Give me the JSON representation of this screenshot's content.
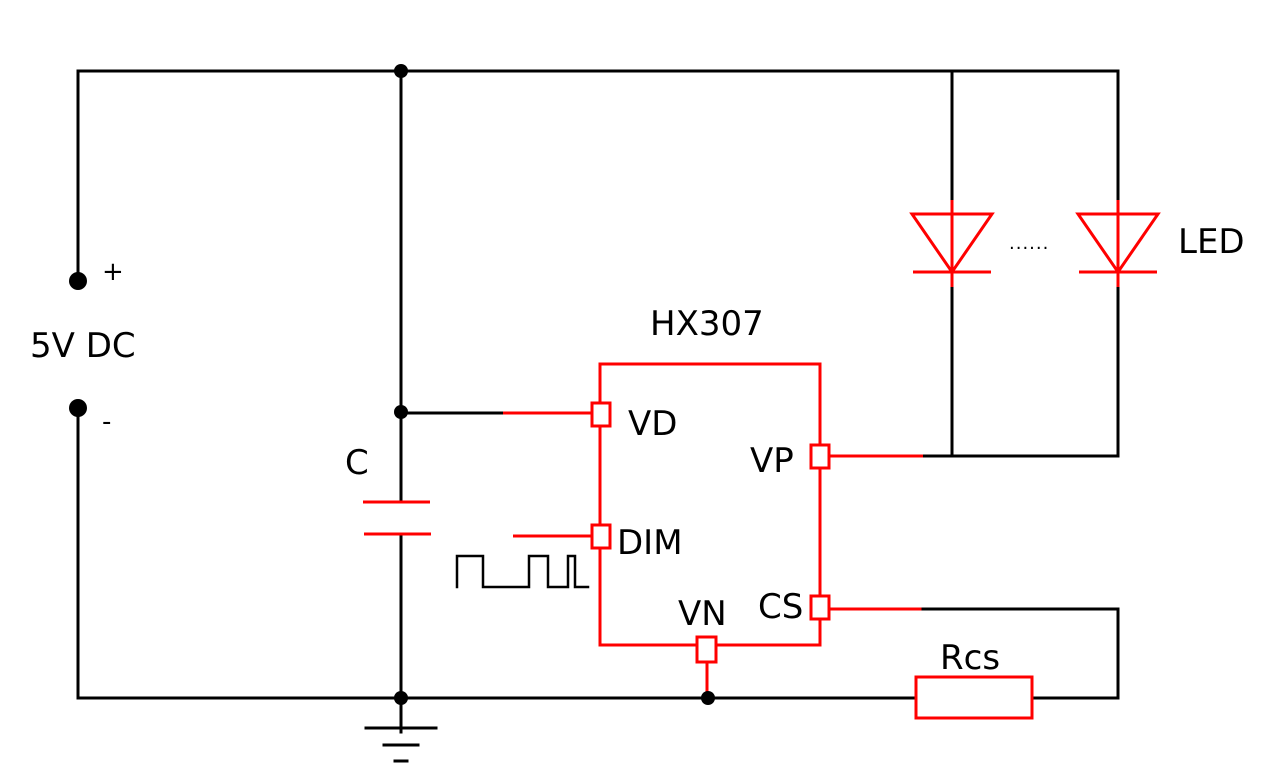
{
  "diagram": {
    "title": "HX307 LED driver circuit",
    "colors": {
      "wire": "#000000",
      "component": "#ff0000",
      "background": "#ffffff"
    },
    "supply": {
      "label": "5V DC",
      "plus": "+",
      "minus": "-"
    },
    "capacitor": {
      "label": "C"
    },
    "chip": {
      "name": "HX307",
      "pins": {
        "vd": "VD",
        "vp": "VP",
        "dim": "DIM",
        "vn": "VN",
        "cs": "CS"
      }
    },
    "led": {
      "label": "LED",
      "count_shown": 2,
      "ellipsis": "......"
    },
    "resistor": {
      "label": "Rcs"
    },
    "pwm_signal": {
      "type": "square-wave",
      "pulses": 3
    },
    "ground": {
      "symbol": "ground"
    }
  }
}
